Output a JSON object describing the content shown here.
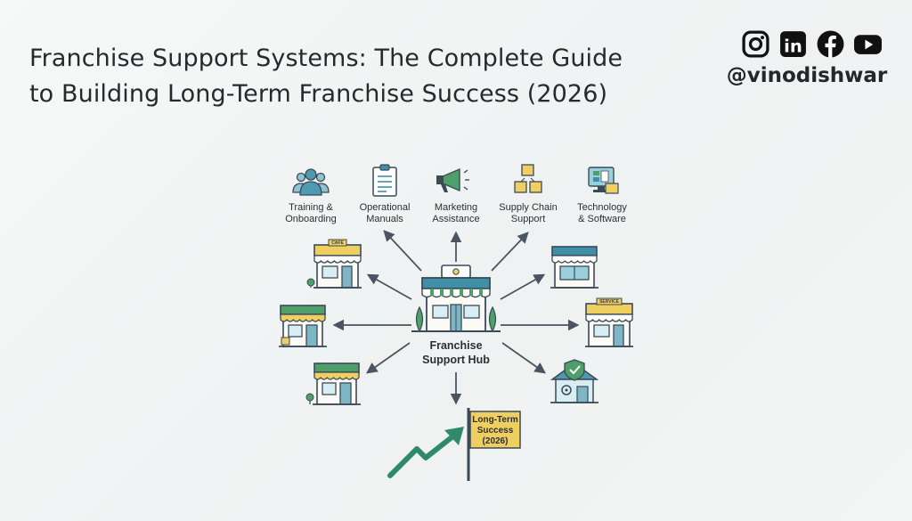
{
  "header": {
    "title_line1": "Franchise Support Systems: The Complete Guide",
    "title_line2": "to Building Long-Term Franchise Success (2026)"
  },
  "social": {
    "handle": "@vinodishwar",
    "icons": [
      "instagram-icon",
      "linkedin-icon",
      "facebook-icon",
      "youtube-icon"
    ],
    "linkedin_text": "in"
  },
  "diagram": {
    "support_items": [
      {
        "line1": "Training &",
        "line2": "Onboarding",
        "icon": "people-icon"
      },
      {
        "line1": "Operational",
        "line2": "Manuals",
        "icon": "clipboard-icon"
      },
      {
        "line1": "Marketing",
        "line2": "Assistance",
        "icon": "megaphone-icon"
      },
      {
        "line1": "Supply Chain",
        "line2": "Support",
        "icon": "boxes-icon"
      },
      {
        "line1": "Technology",
        "line2": "& Software",
        "icon": "computer-icon"
      }
    ],
    "hub": {
      "line1": "Franchise",
      "line2": "Support Hub"
    },
    "store_signs": {
      "cafe": "CAFE",
      "service": "SERVICE"
    },
    "goal": {
      "line1": "Long-Term",
      "line2": "Success",
      "line3": "(2026)"
    }
  },
  "colors": {
    "teal": "#3f8fa6",
    "green": "#4f9f6a",
    "yellow": "#f0cf62",
    "outline": "#3b4a57",
    "arrow_green": "#2f8a6a"
  }
}
